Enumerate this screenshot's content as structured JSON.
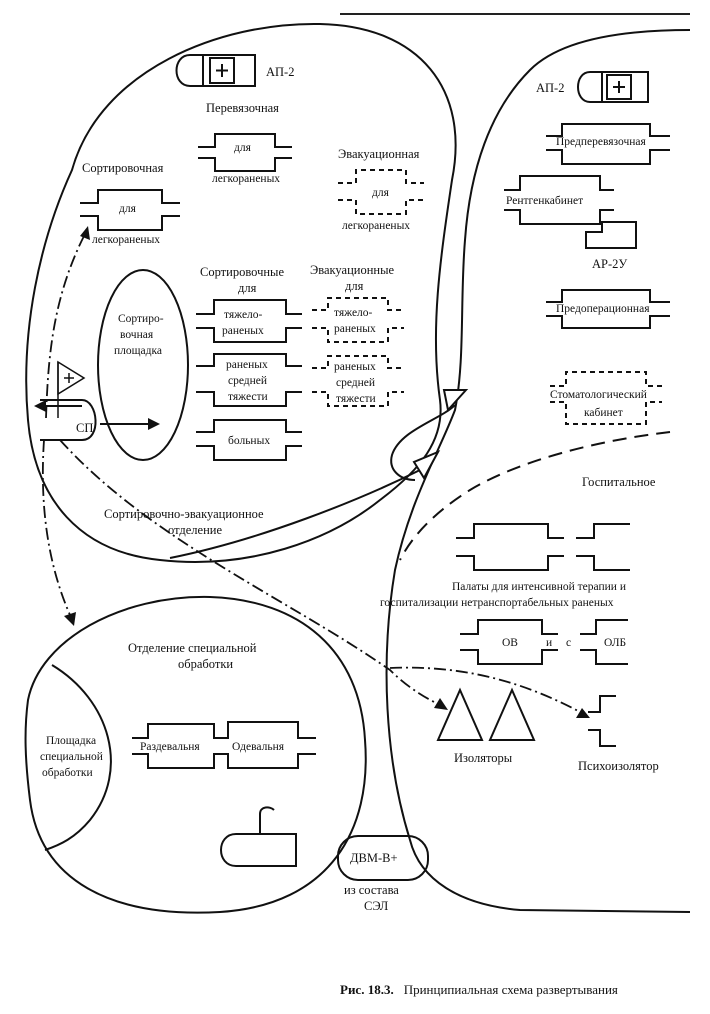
{
  "labels": {
    "ap2_left": "АП-2",
    "dressing": "Перевязочная",
    "dressing_for": "для",
    "dressing_light": "легкораненых",
    "sort_light_title": "Сортировочная",
    "sort_light_for": "для",
    "sort_light_sub": "легкораненых",
    "evac_light_title": "Эвакуационная",
    "evac_light_for": "для",
    "evac_light_sub": "легкораненых",
    "sort_heavy_title_1": "Сортировочные",
    "sort_heavy_title_2": "для",
    "sort_heavy_a1": "тяжело-",
    "sort_heavy_a2": "раненых",
    "sort_mid_1": "раненых",
    "sort_mid_2": "средней",
    "sort_mid_3": "тяжести",
    "sick": "больных",
    "evac_heavy_title_1": "Эвакуационные",
    "evac_heavy_title_2": "для",
    "evac_heavy_a1": "тяжело-",
    "evac_heavy_a2": "раненых",
    "evac_mid_1": "раненых",
    "evac_mid_2": "средней",
    "evac_mid_3": "тяжести",
    "sort_area_1": "Сортиро-",
    "sort_area_2": "вочная",
    "sort_area_3": "площадка",
    "sp": "СП",
    "sorting_dept_1": "Сортировочно-эвакуационное",
    "sorting_dept_2": "отделение",
    "ap2_right": "АП-2",
    "preop_dressing": "Предперевязочная",
    "xray": "Рентгенкабинет",
    "ar2u": "АР-2У",
    "preop": "Предоперационная",
    "dental_1": "Стоматологический",
    "dental_2": "кабинет",
    "hospital": "Госпитальное",
    "wards_1": "Палаты для интенсивной терапии  и",
    "wards_2": "госпитализации нетранспортабельных раненых",
    "ov": "ОВ",
    "and": "и",
    "c": "с",
    "olb": "ОЛБ",
    "isolators": "Изоляторы",
    "psych": "Психоизолятор",
    "special_dept_1": "Отделение специальной",
    "special_dept_2": "обработки",
    "special_area_1": "Площадка",
    "special_area_2": "специальной",
    "special_area_3": "обработки",
    "undress": "Раздевальня",
    "dress": "Одевальня",
    "dvm": "ДВМ-В+",
    "sel_1": "из состава",
    "sel_2": "СЭЛ"
  },
  "caption": {
    "prefix": "Рис. 18.3.",
    "text": "Принципиальная схема развертывания"
  },
  "icons": {
    "vehicle_left": "vehicle-cross-icon",
    "vehicle_right": "vehicle-cross-icon",
    "flag": "flag-plus-icon",
    "isolator": "triangle-tent-icon",
    "truck": "truck-icon"
  }
}
